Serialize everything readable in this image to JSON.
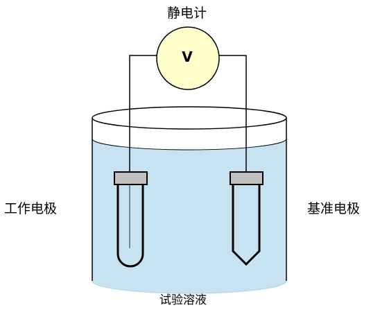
{
  "labels": {
    "meter_title": "静电计",
    "meter_symbol": "V",
    "working_electrode": "工作电极",
    "reference_electrode": "基准电极",
    "test_solution": "试验溶液"
  },
  "colors": {
    "solution": "#c7e3f1",
    "meter": "#ffffcc",
    "electrode_cap": "#c0c0c0",
    "stroke": "#000000"
  }
}
